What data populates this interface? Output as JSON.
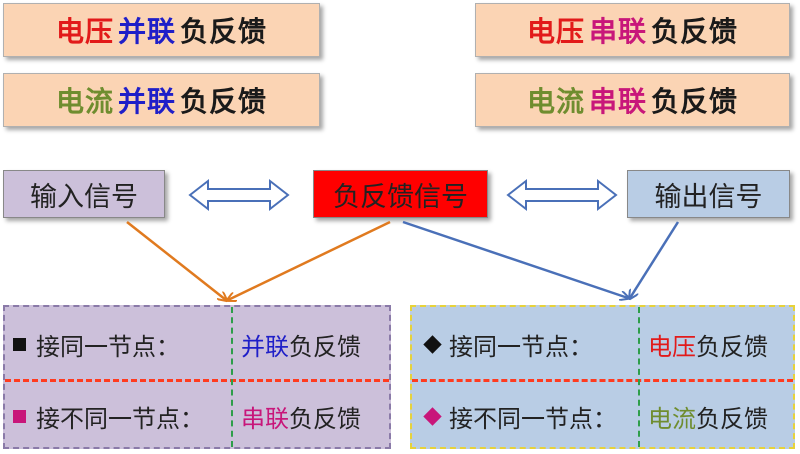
{
  "colors": {
    "title_bg": "#fbd4b4",
    "black": "#1a1a1a",
    "red": "#e21a1a",
    "blue": "#1f1fc8",
    "green": "#6f8d2f",
    "magenta": "#c8167a",
    "input_bg": "#ccc0da",
    "center_bg": "#ff0000",
    "output_bg": "#b9cde5",
    "orange_arrow": "#e07a1f",
    "blue_arrow": "#4a70b8"
  },
  "titles": {
    "tl": {
      "part1": "电压",
      "part2": "并联",
      "part3": "负反馈"
    },
    "bl": {
      "part1": "电流",
      "part2": "并联",
      "part3": "负反馈"
    },
    "tr": {
      "part1": "电压",
      "part2": "串联",
      "part3": "负反馈"
    },
    "br": {
      "part1": "电流",
      "part2": "串联",
      "part3": "负反馈"
    }
  },
  "signals": {
    "input": "输入信号",
    "feedback": "负反馈信号",
    "output": "输出信号"
  },
  "left_panel": {
    "row1": {
      "condition": "接同一节点：",
      "result_colored": "并联",
      "result_rest": "负反馈"
    },
    "row2": {
      "condition": "接不同一节点：",
      "result_colored": "串联",
      "result_rest": "负反馈"
    }
  },
  "right_panel": {
    "row1": {
      "condition": "接同一节点：",
      "result_colored": "电压",
      "result_rest": "负反馈"
    },
    "row2": {
      "condition": "接不同一节点：",
      "result_colored": "电流",
      "result_rest": "负反馈"
    }
  },
  "icons": {
    "left_row1": "black-square-icon",
    "left_row2": "magenta-square-icon",
    "right_row1": "black-diamond-icon",
    "right_row2": "magenta-diamond-icon",
    "connector_left": "double-arrow-icon",
    "connector_right": "double-arrow-icon"
  }
}
